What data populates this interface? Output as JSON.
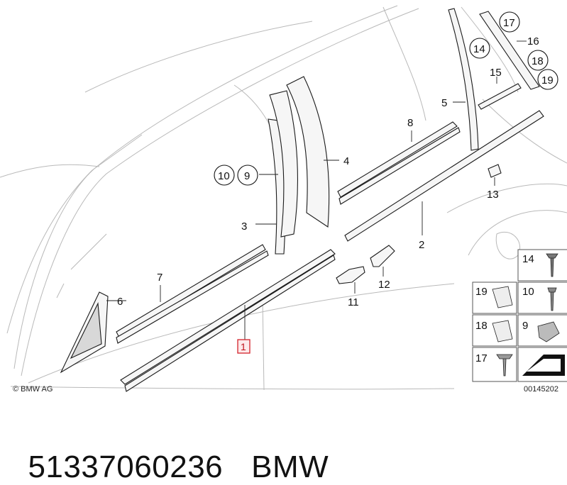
{
  "diagram": {
    "copyright": "© BMW AG",
    "reference": "00145202",
    "highlight": "1",
    "callouts": [
      "2",
      "3",
      "4",
      "5",
      "6",
      "7",
      "8",
      "11",
      "12",
      "13",
      "15",
      "16"
    ],
    "circled": [
      "9",
      "10",
      "14",
      "17",
      "18",
      "19"
    ],
    "legend": [
      "14",
      "19",
      "10",
      "18",
      "9",
      "17"
    ]
  },
  "footer": {
    "part_number": "51337060236",
    "brand": "BMW"
  }
}
